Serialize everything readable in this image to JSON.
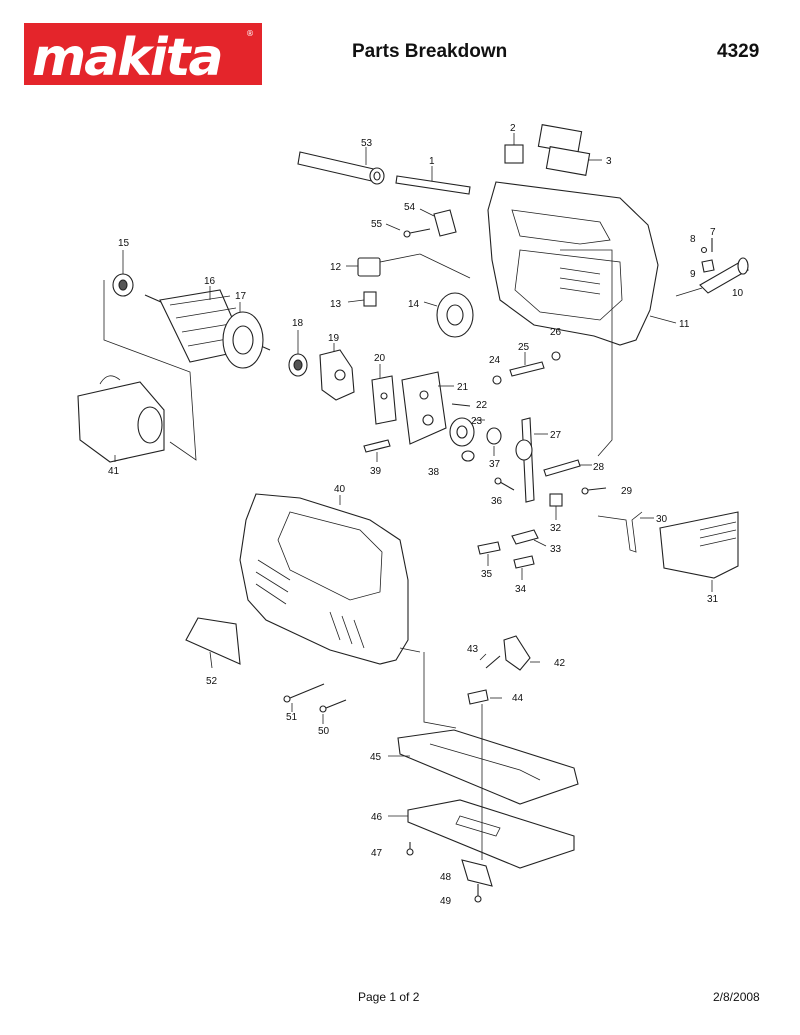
{
  "brand": {
    "name": "makita",
    "color": "#e4252b"
  },
  "header": {
    "title": "Parts Breakdown",
    "model": "4329"
  },
  "footer": {
    "page": "Page 1 of 2",
    "date": "2/8/2008"
  },
  "labels": {
    "p1": "1",
    "p2": "2",
    "p3": "3",
    "p7": "7",
    "p8": "8",
    "p9": "9",
    "p10": "10",
    "p11": "11",
    "p12": "12",
    "p13": "13",
    "p14": "14",
    "p15": "15",
    "p16": "16",
    "p17": "17",
    "p18": "18",
    "p19": "19",
    "p20": "20",
    "p21": "21",
    "p22": "22",
    "p23": "23",
    "p24": "24",
    "p25": "25",
    "p26": "26",
    "p27": "27",
    "p28": "28",
    "p29": "29",
    "p30": "30",
    "p31": "31",
    "p32": "32",
    "p33": "33",
    "p34": "34",
    "p35": "35",
    "p36": "36",
    "p37": "37",
    "p38": "38",
    "p39": "39",
    "p40": "40",
    "p41": "41",
    "p42": "42",
    "p43": "43",
    "p44": "44",
    "p45": "45",
    "p46": "46",
    "p47": "47",
    "p48": "48",
    "p49": "49",
    "p50": "50",
    "p51": "51",
    "p52": "52",
    "p53": "53",
    "p54": "54",
    "p55": "55"
  }
}
